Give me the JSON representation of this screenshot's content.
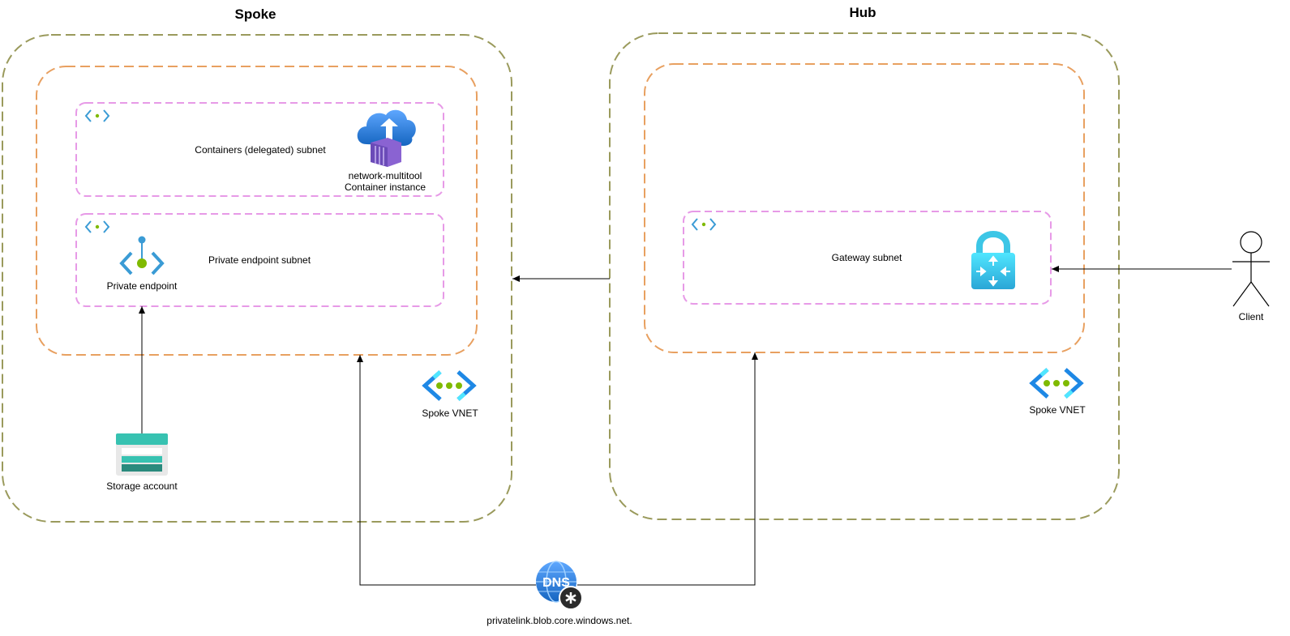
{
  "colors": {
    "vnet_border": "#9a9a5c",
    "zone_border": "#e8a060",
    "subnet_border": "#e79ae7",
    "azure_blue": "#1e88e5",
    "azure_cyan": "#50e6ff",
    "azure_green": "#7fba00",
    "container_purple": "#8a63d2",
    "storage_teal": "#37c2b1",
    "gateway_cyan": "#3cc6e6"
  },
  "spoke": {
    "title": "Spoke",
    "containers_subnet_label": "Containers (delegated) subnet",
    "private_endpoint_subnet_label": "Private endpoint subnet",
    "container_instance_label_line1": "network-multitool",
    "container_instance_label_line2": "Container instance",
    "private_endpoint_label": "Private endpoint",
    "vnet_label": "Spoke VNET",
    "storage_label": "Storage account"
  },
  "hub": {
    "title": "Hub",
    "gateway_subnet_label": "Gateway subnet",
    "vnet_label": "Spoke VNET"
  },
  "client": {
    "label": "Client"
  },
  "dns": {
    "icon_text": "DNS",
    "label": "privatelink.blob.core.windows.net."
  },
  "icons": {
    "subnet": "subnet-icon",
    "container": "container-instance-icon",
    "private_endpoint": "private-endpoint-icon",
    "vnet": "vnet-icon",
    "storage": "storage-account-icon",
    "gateway": "vpn-gateway-icon",
    "client": "user-actor-icon",
    "dns": "private-dns-zone-icon"
  }
}
